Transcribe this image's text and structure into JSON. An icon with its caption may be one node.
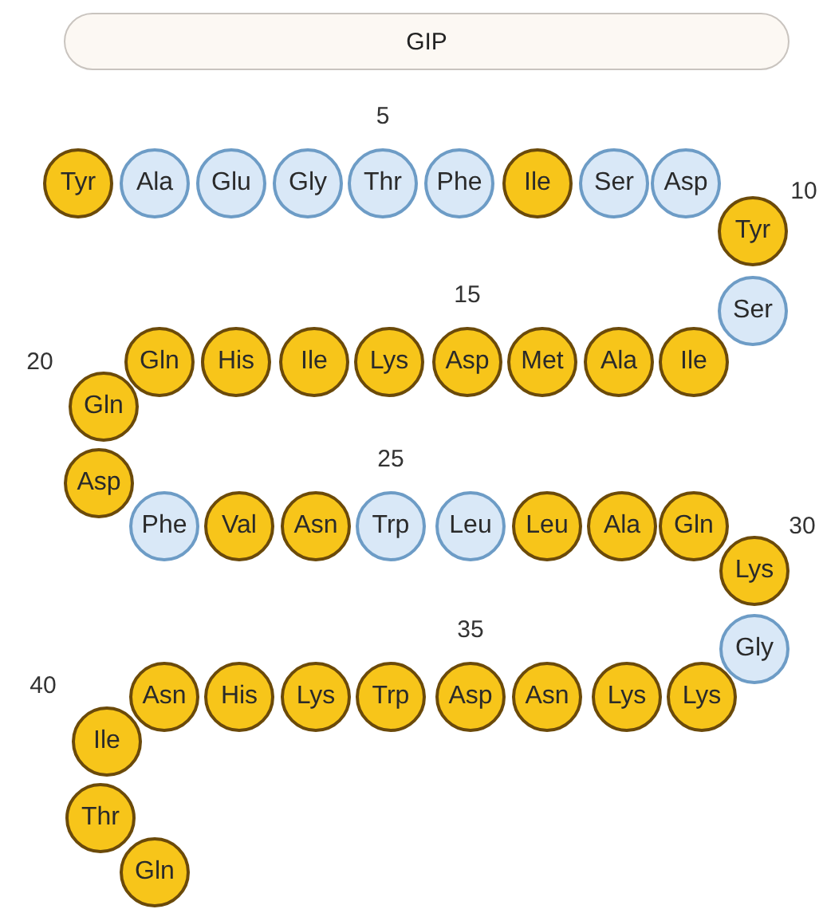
{
  "diagram": {
    "title": "GIP",
    "nodes": [
      {
        "text": [
          "Tyr"
        ]
      },
      {
        "text": [
          "Ala"
        ]
      },
      {
        "text": [
          "Glu"
        ]
      },
      {
        "text": [
          "Gly"
        ]
      },
      {
        "text": [
          "Thr"
        ],
        "beside": [
          "5"
        ]
      },
      {
        "text": [
          "Phe"
        ]
      },
      {
        "text": [
          "Ile"
        ]
      },
      {
        "text": [
          "Ser"
        ]
      },
      {
        "text": [
          "Asp"
        ]
      },
      {
        "text": [
          "Tyr"
        ],
        "beside": [
          "10"
        ]
      },
      {
        "text": [
          "Ser"
        ]
      },
      {
        "text": [
          "Ile"
        ]
      },
      {
        "text": [
          "Ala"
        ]
      },
      {
        "text": [
          "Met"
        ]
      },
      {
        "text": [
          "Asp"
        ],
        "beside": [
          "15"
        ]
      },
      {
        "text": [
          "Lys"
        ]
      },
      {
        "text": [
          "Ile"
        ]
      },
      {
        "text": [
          "His"
        ]
      },
      {
        "text": [
          "Gln"
        ]
      },
      {
        "text": [
          "Gln"
        ],
        "beside": [
          "20"
        ]
      },
      {
        "text": [
          "Asp"
        ]
      },
      {
        "text": [
          "Phe"
        ]
      },
      {
        "text": [
          "Val"
        ]
      },
      {
        "text": [
          "Asn"
        ]
      },
      {
        "text": [
          "Trp"
        ],
        "beside": [
          "25"
        ]
      },
      {
        "text": [
          "Leu"
        ]
      },
      {
        "text": [
          "Leu"
        ]
      },
      {
        "text": [
          "Ala"
        ]
      },
      {
        "text": [
          "Gln"
        ]
      },
      {
        "text": [
          "Lys"
        ],
        "beside": [
          "30"
        ]
      },
      {
        "text": [
          "Gly"
        ]
      },
      {
        "text": [
          "Lys"
        ]
      },
      {
        "text": [
          "Lys"
        ]
      },
      {
        "text": [
          "Asn"
        ]
      },
      {
        "text": [
          "Asp"
        ],
        "beside": [
          "35"
        ]
      },
      {
        "text": [
          "Trp"
        ]
      },
      {
        "text": [
          "Lys"
        ]
      },
      {
        "text": [
          "His"
        ]
      },
      {
        "text": [
          "Asn"
        ]
      },
      {
        "text": [
          "Ile"
        ],
        "beside": [
          "40"
        ]
      },
      {
        "text": [
          "Thr"
        ]
      },
      {
        "text": [
          "Gln"
        ]
      }
    ]
  }
}
